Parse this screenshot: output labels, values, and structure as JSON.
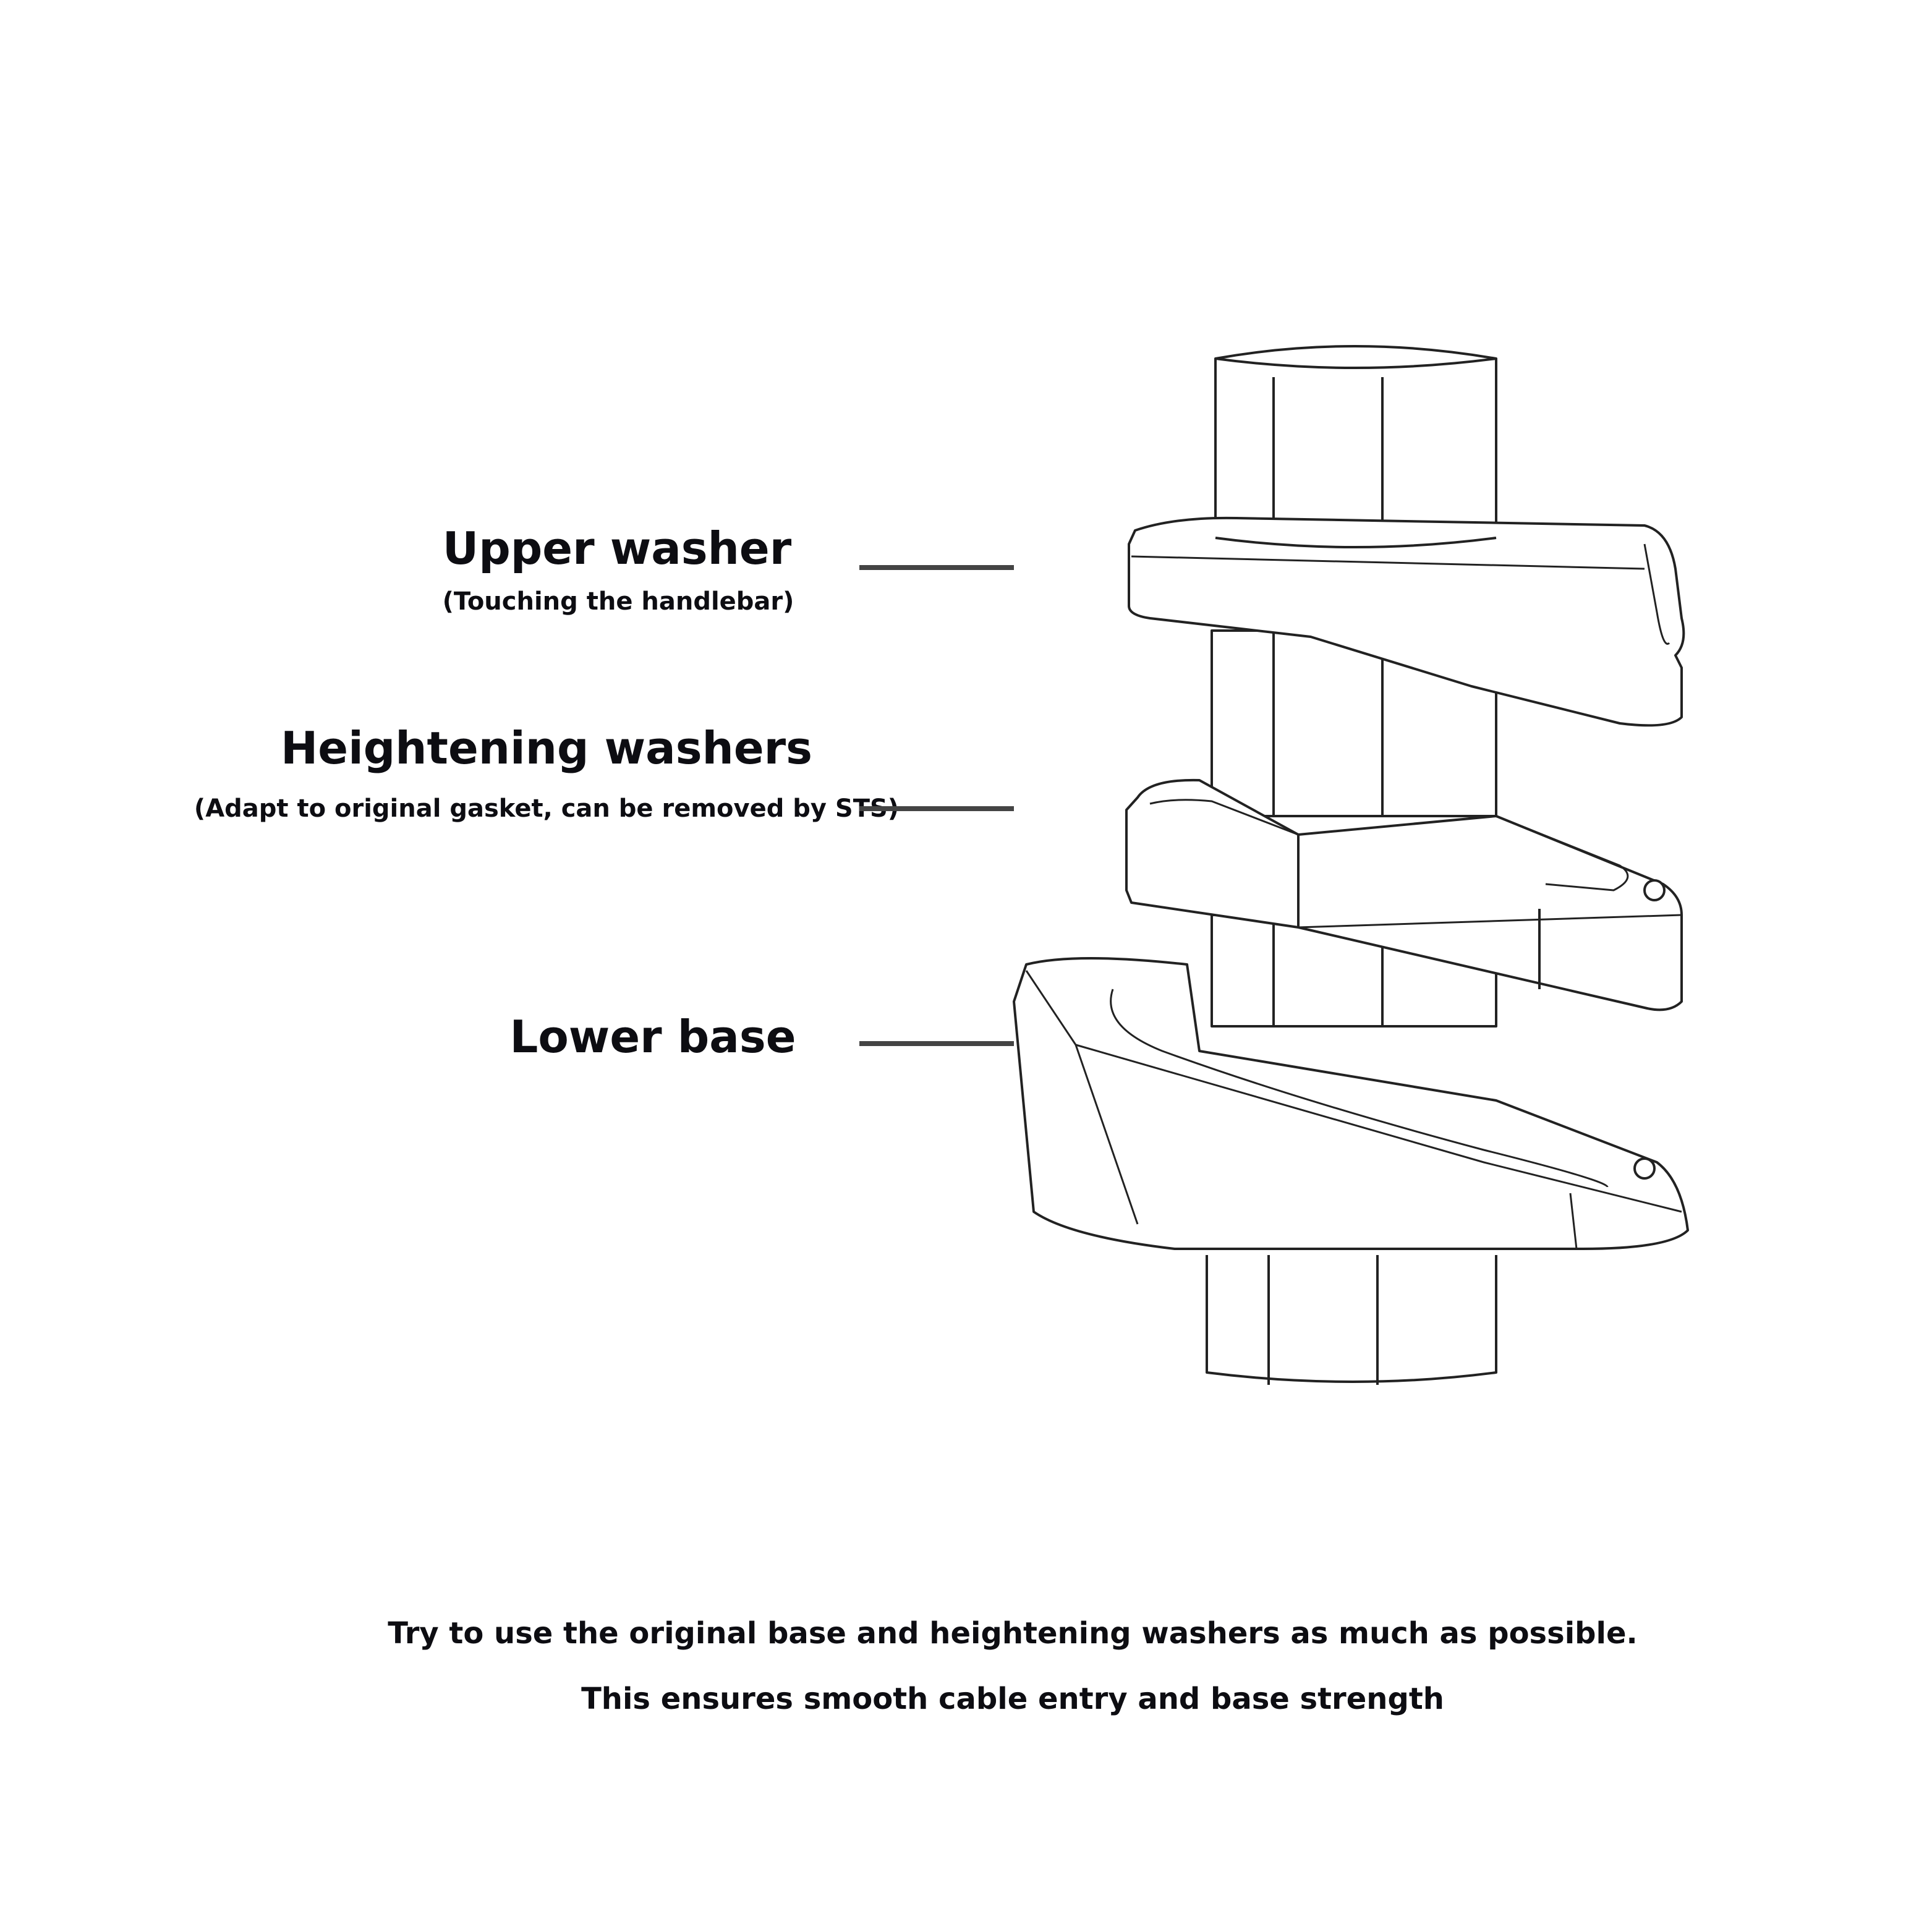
{
  "labels": {
    "upper_washer": {
      "title": "Upper washer",
      "note": "(Touching the handlebar)"
    },
    "heightening_washers": {
      "title": "Heightening washers",
      "note": "(Adapt to original gasket, can be removed by STS)"
    },
    "lower_base": {
      "title": "Lower base"
    }
  },
  "footer": {
    "line1": "Try to use the original base and heightening washers as much as possible.",
    "line2": "This ensures smooth cable entry and base strength"
  }
}
